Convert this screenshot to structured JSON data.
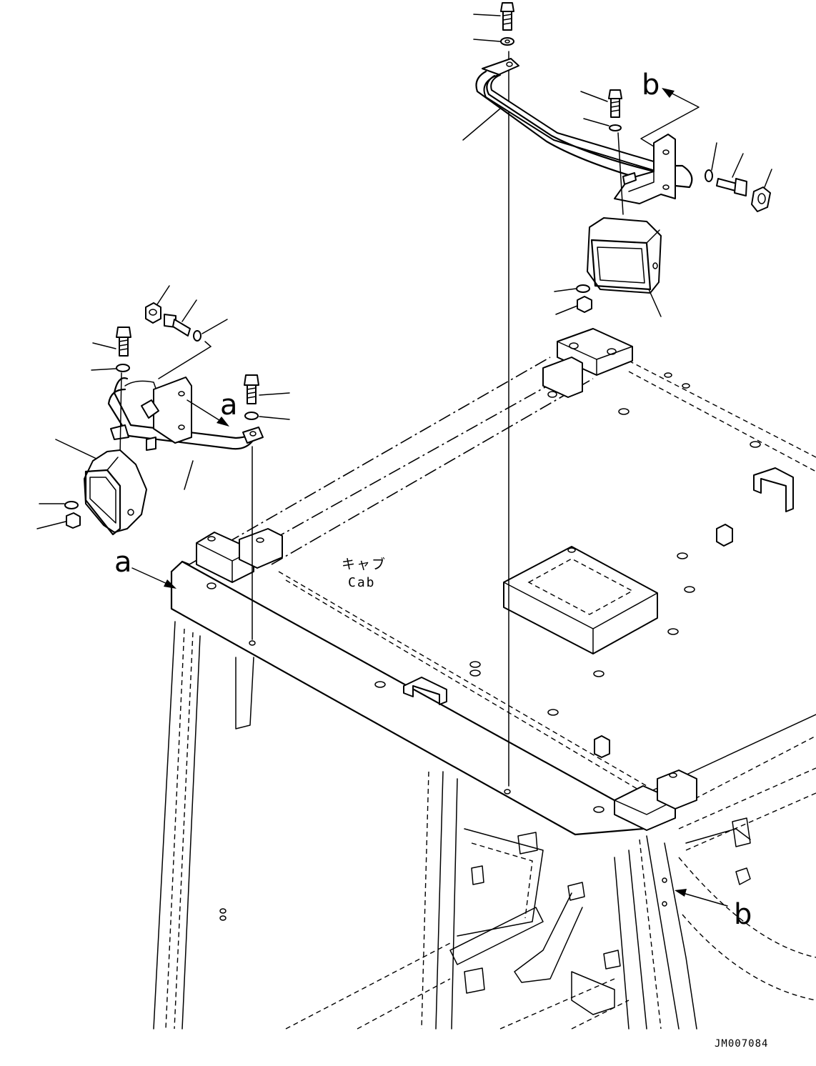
{
  "labels": {
    "view_a": "a",
    "view_b": "b",
    "cab_ja": "キャブ",
    "cab_en": "Cab",
    "drawing_code": "JM007084"
  }
}
